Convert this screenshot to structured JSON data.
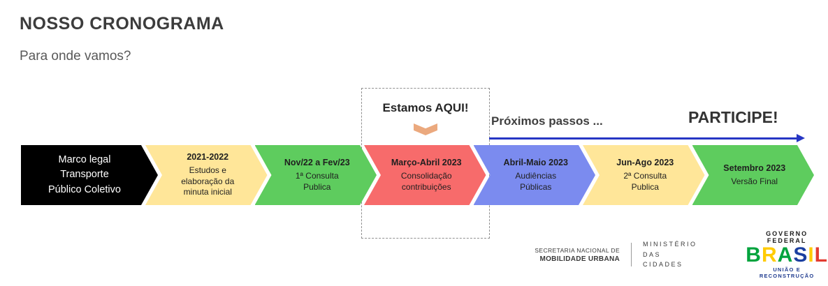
{
  "slide": {
    "title": "NOSSO CRONOGRAMA",
    "subtitle": "Para onde vamos?"
  },
  "callout": {
    "label": "Estamos AQUI!",
    "arrow_color": "#eba97e"
  },
  "next_steps": {
    "label": "Próximos passos ...",
    "participate_label": "PARTICIPE!",
    "arrow_color": "#2636c4"
  },
  "timeline": {
    "items": [
      {
        "heading": "",
        "lines": [
          "Marco legal",
          "Transporte",
          "Público Coletivo"
        ],
        "bg": "#000000",
        "fg": "#ffffff"
      },
      {
        "heading": "2021-2022",
        "lines": [
          "Estudos e",
          "elaboração da",
          "minuta inicial"
        ],
        "bg": "#ffe699",
        "fg": "#1f1f1f"
      },
      {
        "heading": "Nov/22 a Fev/23",
        "lines": [
          "1ª Consulta",
          "Publica"
        ],
        "bg": "#5ecc5e",
        "fg": "#1f1f1f"
      },
      {
        "heading": "Março-Abril 2023",
        "lines": [
          "Consolidação",
          "contribuições"
        ],
        "bg": "#f76b6b",
        "fg": "#1f1f1f"
      },
      {
        "heading": "Abril-Maio 2023",
        "lines": [
          "Audiências",
          "Públicas"
        ],
        "bg": "#7b8bef",
        "fg": "#1f1f1f"
      },
      {
        "heading": "Jun-Ago 2023",
        "lines": [
          "2ª Consulta",
          "Publica"
        ],
        "bg": "#ffe699",
        "fg": "#1f1f1f"
      },
      {
        "heading": "Setembro 2023",
        "lines": [
          "Versão Final"
        ],
        "bg": "#5ecc5e",
        "fg": "#1f1f1f"
      }
    ]
  },
  "footer": {
    "secretaria_line1": "SECRETARIA NACIONAL DE",
    "secretaria_line2": "MOBILIDADE URBANA",
    "ministerio_line1": "MINISTÉRIO DAS",
    "ministerio_line2": "CIDADES",
    "governo_label": "GOVERNO FEDERAL",
    "uniao_label": "UNIÃO E RECONSTRUÇÃO",
    "brasil": {
      "letters": [
        {
          "ch": "B",
          "color": "#00a33d"
        },
        {
          "ch": "R",
          "color": "#ffcb05"
        },
        {
          "ch": "A",
          "color": "#00a33d"
        },
        {
          "ch": "S",
          "color": "#1b3fa0"
        },
        {
          "ch": "I",
          "color": "#ffcb05"
        },
        {
          "ch": "L",
          "color": "#e23b30"
        }
      ]
    }
  }
}
